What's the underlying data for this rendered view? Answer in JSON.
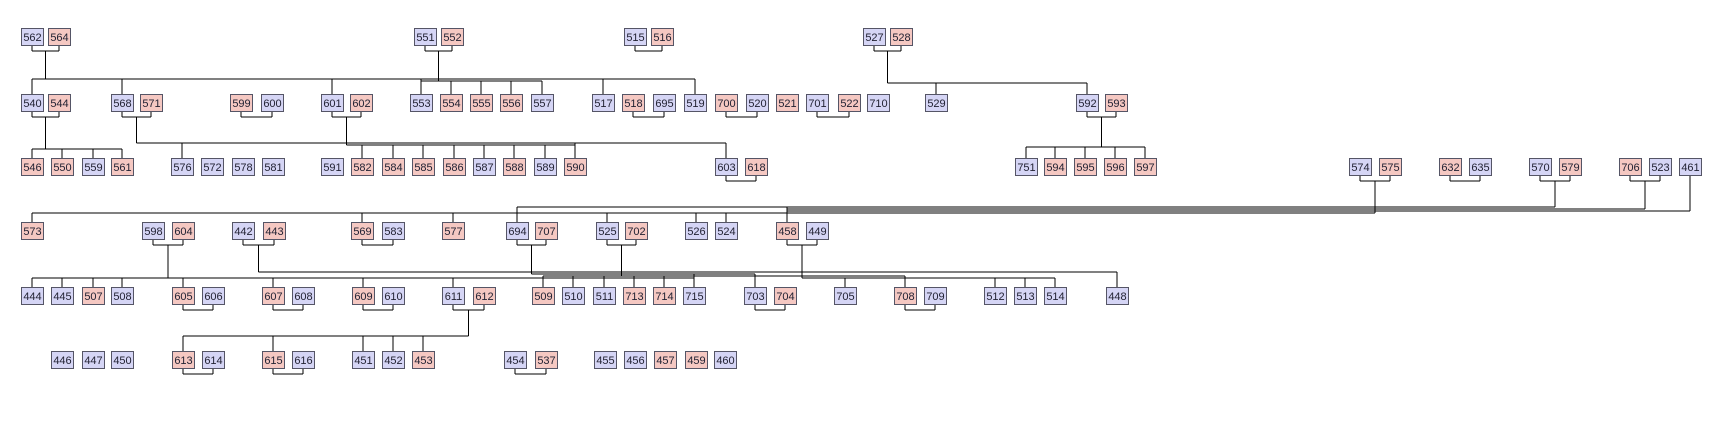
{
  "colors": {
    "male_fill": "#d5d5f5",
    "female_fill": "#f5c8c2",
    "box_stroke": "#555566",
    "text": "#222233",
    "line": "#000000"
  },
  "rows": [
    [
      {
        "id": "562",
        "sex": "m"
      },
      {
        "id": "564",
        "sex": "f"
      },
      {
        "id": "551",
        "sex": "m"
      },
      {
        "id": "552",
        "sex": "f"
      },
      {
        "id": "515",
        "sex": "m"
      },
      {
        "id": "516",
        "sex": "f"
      },
      {
        "id": "527",
        "sex": "m"
      },
      {
        "id": "528",
        "sex": "f"
      }
    ],
    [
      {
        "id": "540",
        "sex": "m"
      },
      {
        "id": "544",
        "sex": "f"
      },
      {
        "id": "568",
        "sex": "m"
      },
      {
        "id": "571",
        "sex": "f"
      },
      {
        "id": "599",
        "sex": "f"
      },
      {
        "id": "600",
        "sex": "m"
      },
      {
        "id": "601",
        "sex": "m"
      },
      {
        "id": "602",
        "sex": "f"
      },
      {
        "id": "553",
        "sex": "m"
      },
      {
        "id": "554",
        "sex": "f"
      },
      {
        "id": "555",
        "sex": "f"
      },
      {
        "id": "556",
        "sex": "f"
      },
      {
        "id": "557",
        "sex": "m"
      },
      {
        "id": "517",
        "sex": "m"
      },
      {
        "id": "518",
        "sex": "f"
      },
      {
        "id": "695",
        "sex": "m"
      },
      {
        "id": "519",
        "sex": "m"
      },
      {
        "id": "700",
        "sex": "f"
      },
      {
        "id": "520",
        "sex": "m"
      },
      {
        "id": "521",
        "sex": "f"
      },
      {
        "id": "701",
        "sex": "m"
      },
      {
        "id": "522",
        "sex": "f"
      },
      {
        "id": "710",
        "sex": "m"
      },
      {
        "id": "529",
        "sex": "m"
      },
      {
        "id": "592",
        "sex": "m"
      },
      {
        "id": "593",
        "sex": "f"
      }
    ],
    [
      {
        "id": "546",
        "sex": "f"
      },
      {
        "id": "550",
        "sex": "f"
      },
      {
        "id": "559",
        "sex": "m"
      },
      {
        "id": "561",
        "sex": "f"
      },
      {
        "id": "576",
        "sex": "m"
      },
      {
        "id": "572",
        "sex": "m"
      },
      {
        "id": "578",
        "sex": "m"
      },
      {
        "id": "581",
        "sex": "m"
      },
      {
        "id": "591",
        "sex": "m"
      },
      {
        "id": "582",
        "sex": "f"
      },
      {
        "id": "584",
        "sex": "f"
      },
      {
        "id": "585",
        "sex": "f"
      },
      {
        "id": "586",
        "sex": "f"
      },
      {
        "id": "587",
        "sex": "m"
      },
      {
        "id": "588",
        "sex": "f"
      },
      {
        "id": "589",
        "sex": "m"
      },
      {
        "id": "590",
        "sex": "f"
      },
      {
        "id": "603",
        "sex": "m"
      },
      {
        "id": "618",
        "sex": "f"
      },
      {
        "id": "751",
        "sex": "m"
      },
      {
        "id": "594",
        "sex": "f"
      },
      {
        "id": "595",
        "sex": "f"
      },
      {
        "id": "596",
        "sex": "f"
      },
      {
        "id": "597",
        "sex": "f"
      },
      {
        "id": "574",
        "sex": "m"
      },
      {
        "id": "575",
        "sex": "f"
      },
      {
        "id": "632",
        "sex": "f"
      },
      {
        "id": "635",
        "sex": "m"
      },
      {
        "id": "570",
        "sex": "m"
      },
      {
        "id": "579",
        "sex": "f"
      },
      {
        "id": "706",
        "sex": "f"
      },
      {
        "id": "523",
        "sex": "m"
      },
      {
        "id": "461",
        "sex": "m"
      }
    ],
    [
      {
        "id": "573",
        "sex": "f"
      },
      {
        "id": "598",
        "sex": "m"
      },
      {
        "id": "604",
        "sex": "f"
      },
      {
        "id": "442",
        "sex": "m"
      },
      {
        "id": "443",
        "sex": "f"
      },
      {
        "id": "569",
        "sex": "f"
      },
      {
        "id": "583",
        "sex": "m"
      },
      {
        "id": "577",
        "sex": "f"
      },
      {
        "id": "694",
        "sex": "m"
      },
      {
        "id": "707",
        "sex": "f"
      },
      {
        "id": "525",
        "sex": "m"
      },
      {
        "id": "702",
        "sex": "f"
      },
      {
        "id": "526",
        "sex": "m"
      },
      {
        "id": "524",
        "sex": "m"
      },
      {
        "id": "458",
        "sex": "f"
      },
      {
        "id": "449",
        "sex": "m"
      }
    ],
    [
      {
        "id": "444",
        "sex": "m"
      },
      {
        "id": "445",
        "sex": "m"
      },
      {
        "id": "507",
        "sex": "f"
      },
      {
        "id": "508",
        "sex": "m"
      },
      {
        "id": "605",
        "sex": "f"
      },
      {
        "id": "606",
        "sex": "m"
      },
      {
        "id": "607",
        "sex": "f"
      },
      {
        "id": "608",
        "sex": "m"
      },
      {
        "id": "609",
        "sex": "f"
      },
      {
        "id": "610",
        "sex": "m"
      },
      {
        "id": "611",
        "sex": "m"
      },
      {
        "id": "612",
        "sex": "f"
      },
      {
        "id": "509",
        "sex": "f"
      },
      {
        "id": "510",
        "sex": "m"
      },
      {
        "id": "511",
        "sex": "m"
      },
      {
        "id": "713",
        "sex": "f"
      },
      {
        "id": "714",
        "sex": "f"
      },
      {
        "id": "715",
        "sex": "m"
      },
      {
        "id": "703",
        "sex": "m"
      },
      {
        "id": "704",
        "sex": "f"
      },
      {
        "id": "705",
        "sex": "m"
      },
      {
        "id": "708",
        "sex": "f"
      },
      {
        "id": "709",
        "sex": "m"
      },
      {
        "id": "512",
        "sex": "m"
      },
      {
        "id": "513",
        "sex": "m"
      },
      {
        "id": "514",
        "sex": "m"
      },
      {
        "id": "448",
        "sex": "m"
      }
    ],
    [
      {
        "id": "446",
        "sex": "m"
      },
      {
        "id": "447",
        "sex": "m"
      },
      {
        "id": "450",
        "sex": "m"
      },
      {
        "id": "613",
        "sex": "f"
      },
      {
        "id": "614",
        "sex": "m"
      },
      {
        "id": "615",
        "sex": "f"
      },
      {
        "id": "616",
        "sex": "m"
      },
      {
        "id": "451",
        "sex": "m"
      },
      {
        "id": "452",
        "sex": "m"
      },
      {
        "id": "453",
        "sex": "f"
      },
      {
        "id": "454",
        "sex": "m"
      },
      {
        "id": "537",
        "sex": "f"
      },
      {
        "id": "455",
        "sex": "m"
      },
      {
        "id": "456",
        "sex": "m"
      },
      {
        "id": "457",
        "sex": "f"
      },
      {
        "id": "459",
        "sex": "f"
      },
      {
        "id": "460",
        "sex": "m"
      }
    ]
  ],
  "couples": [
    [
      "562",
      "564"
    ],
    [
      "551",
      "552"
    ],
    [
      "515",
      "516"
    ],
    [
      "527",
      "528"
    ],
    [
      "540",
      "544"
    ],
    [
      "568",
      "571"
    ],
    [
      "599",
      "600"
    ],
    [
      "601",
      "602"
    ],
    [
      "518",
      "695"
    ],
    [
      "700",
      "520"
    ],
    [
      "701",
      "522"
    ],
    [
      "592",
      "593"
    ],
    [
      "603",
      "618"
    ],
    [
      "574",
      "575"
    ],
    [
      "632",
      "635"
    ],
    [
      "570",
      "579"
    ],
    [
      "706",
      "523"
    ],
    [
      "598",
      "604"
    ],
    [
      "442",
      "443"
    ],
    [
      "569",
      "583"
    ],
    [
      "694",
      "707"
    ],
    [
      "525",
      "702"
    ],
    [
      "458",
      "449"
    ],
    [
      "605",
      "606"
    ],
    [
      "607",
      "608"
    ],
    [
      "609",
      "610"
    ],
    [
      "611",
      "612"
    ],
    [
      "703",
      "704"
    ],
    [
      "708",
      "709"
    ],
    [
      "613",
      "614"
    ],
    [
      "615",
      "616"
    ],
    [
      "454",
      "537"
    ]
  ],
  "families": [
    {
      "parents": [
        "562",
        "564"
      ],
      "children": [
        "540",
        "568",
        "601",
        "553",
        "517",
        "519"
      ]
    },
    {
      "parents": [
        "551",
        "552"
      ],
      "children": [
        "553",
        "554",
        "555",
        "556",
        "557"
      ]
    },
    {
      "parents": [
        "527",
        "528"
      ],
      "children": [
        "529",
        "592"
      ]
    },
    {
      "parents": [
        "540",
        "544"
      ],
      "children": [
        "546",
        "550",
        "559",
        "561"
      ]
    },
    {
      "parents": [
        "568",
        "571"
      ],
      "children": [
        "576",
        "590",
        "603"
      ]
    },
    {
      "parents": [
        "601",
        "602"
      ],
      "children": [
        "582",
        "584",
        "585",
        "586",
        "587",
        "588",
        "589",
        "590"
      ]
    },
    {
      "parents": [
        "592",
        "593"
      ],
      "children": [
        "751",
        "594",
        "595",
        "596",
        "597"
      ]
    },
    {
      "parents": [
        "574",
        "575"
      ],
      "children": [
        "573",
        "569",
        "577",
        "694",
        "525",
        "526",
        "524"
      ]
    },
    {
      "parents": [
        "570",
        "579"
      ],
      "children": [
        "694",
        "458"
      ]
    },
    {
      "parents": [
        "706",
        "523"
      ],
      "children": [
        "458"
      ]
    },
    {
      "parents": [
        "461"
      ],
      "children": [
        "458"
      ]
    },
    {
      "parents": [
        "598",
        "604"
      ],
      "children": [
        "444",
        "445",
        "507",
        "508",
        "605",
        "607",
        "609",
        "611",
        "715"
      ]
    },
    {
      "parents": [
        "442",
        "443"
      ],
      "children": [
        "448"
      ]
    },
    {
      "parents": [
        "694",
        "707"
      ],
      "children": [
        "703",
        "715"
      ]
    },
    {
      "parents": [
        "525",
        "702"
      ],
      "children": [
        "509",
        "510",
        "511",
        "713",
        "714",
        "708"
      ]
    },
    {
      "parents": [
        "458",
        "449"
      ],
      "children": [
        "705",
        "708",
        "512",
        "513",
        "514"
      ]
    },
    {
      "parents": [
        "611",
        "612"
      ],
      "children": [
        "613",
        "615",
        "451",
        "452",
        "453"
      ]
    }
  ]
}
